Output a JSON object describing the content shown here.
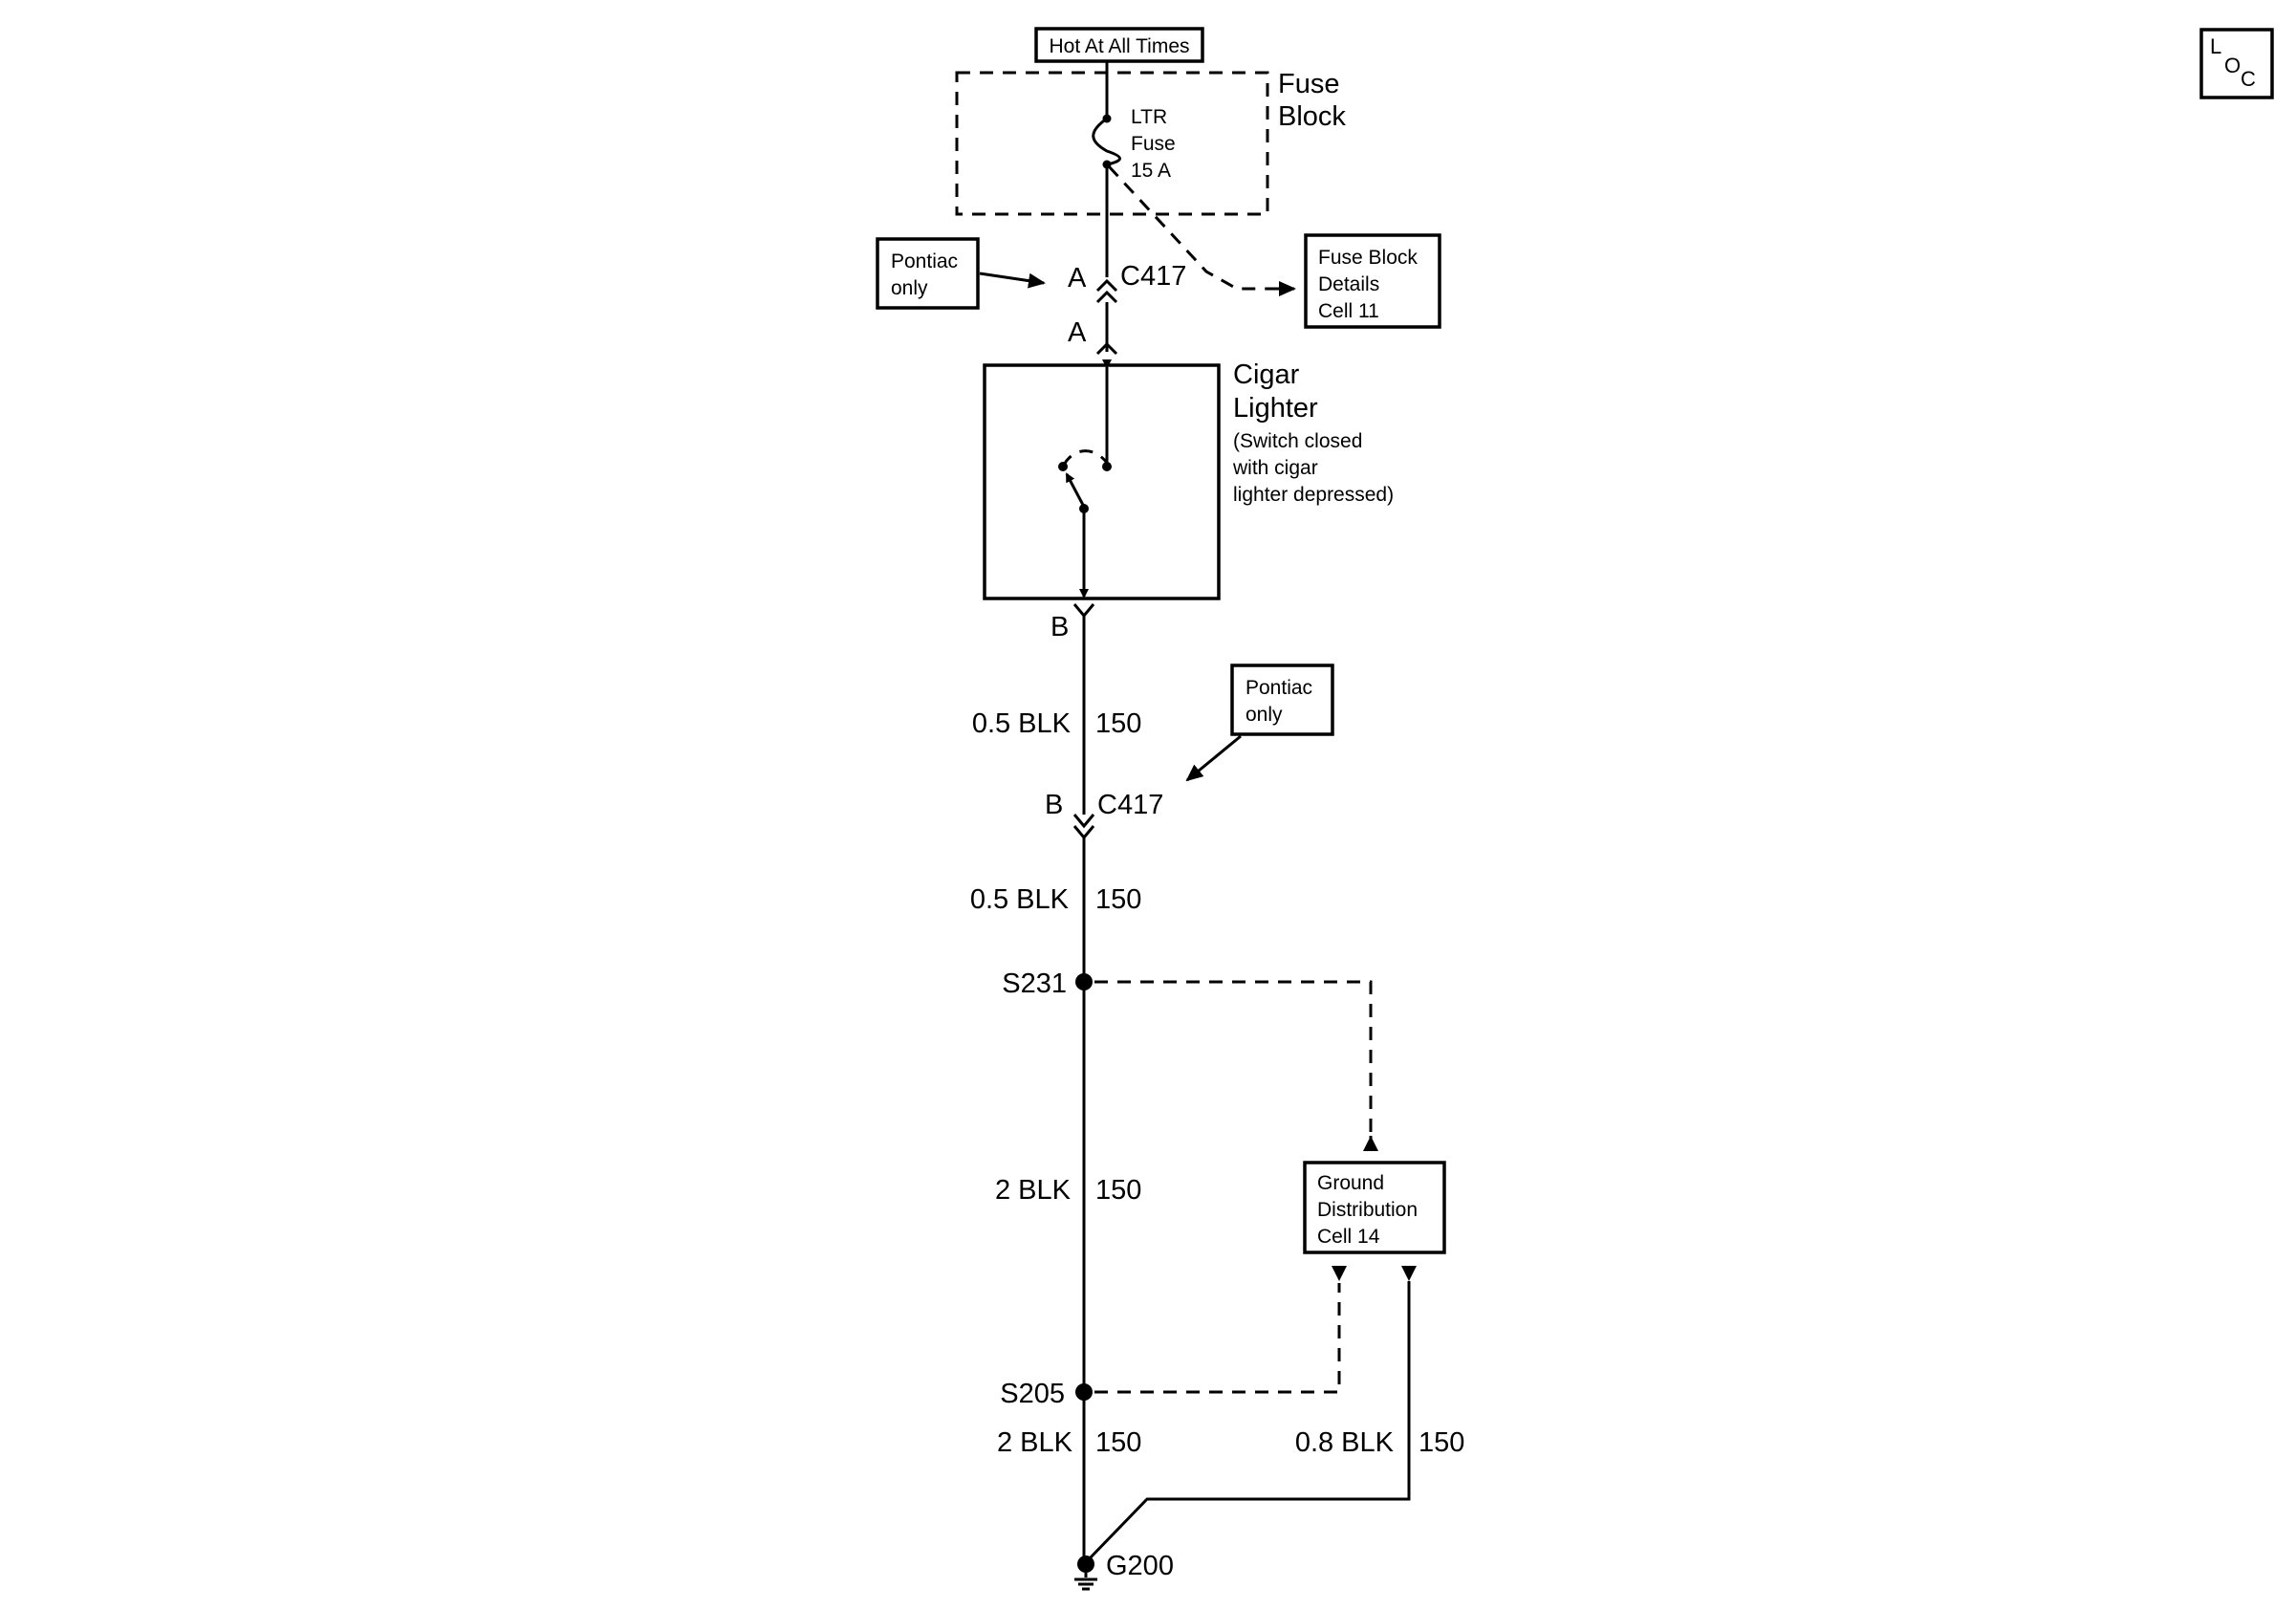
{
  "power_source": "Hot At All Times",
  "fuse_block": {
    "title_line1": "Fuse",
    "title_line2": "Block",
    "fuse_line1": "LTR",
    "fuse_line2": "Fuse",
    "fuse_line3": "15 A"
  },
  "notes": {
    "pontiac_line1": "Pontiac",
    "pontiac_line2": "only",
    "fuse_details_line1": "Fuse Block",
    "fuse_details_line2": "Details",
    "fuse_details_line3": "Cell 11",
    "ground_line1": "Ground",
    "ground_line2": "Distribution",
    "ground_line3": "Cell 14"
  },
  "connectors": {
    "upper_pin": "A",
    "upper_pin_component": "A",
    "upper_name": "C417",
    "lower_pin": "B",
    "lower_pin_component": "B",
    "lower_name": "C417"
  },
  "component": {
    "title_line1": "Cigar",
    "title_line2": "Lighter",
    "desc_line1": "(Switch closed",
    "desc_line2": "with cigar",
    "desc_line3": "lighter depressed)"
  },
  "wires": {
    "w1_gauge": "0.5 BLK",
    "w1_circuit": "150",
    "w2_gauge": "0.5 BLK",
    "w2_circuit": "150",
    "w3_gauge": "2 BLK",
    "w3_circuit": "150",
    "w4_gauge": "2 BLK",
    "w4_circuit": "150",
    "w5_gauge": "0.8 BLK",
    "w5_circuit": "150"
  },
  "splices": {
    "upper": "S231",
    "lower": "S205"
  },
  "ground": "G200",
  "loc_icon": {
    "l": "L",
    "o": "O",
    "c": "C"
  }
}
